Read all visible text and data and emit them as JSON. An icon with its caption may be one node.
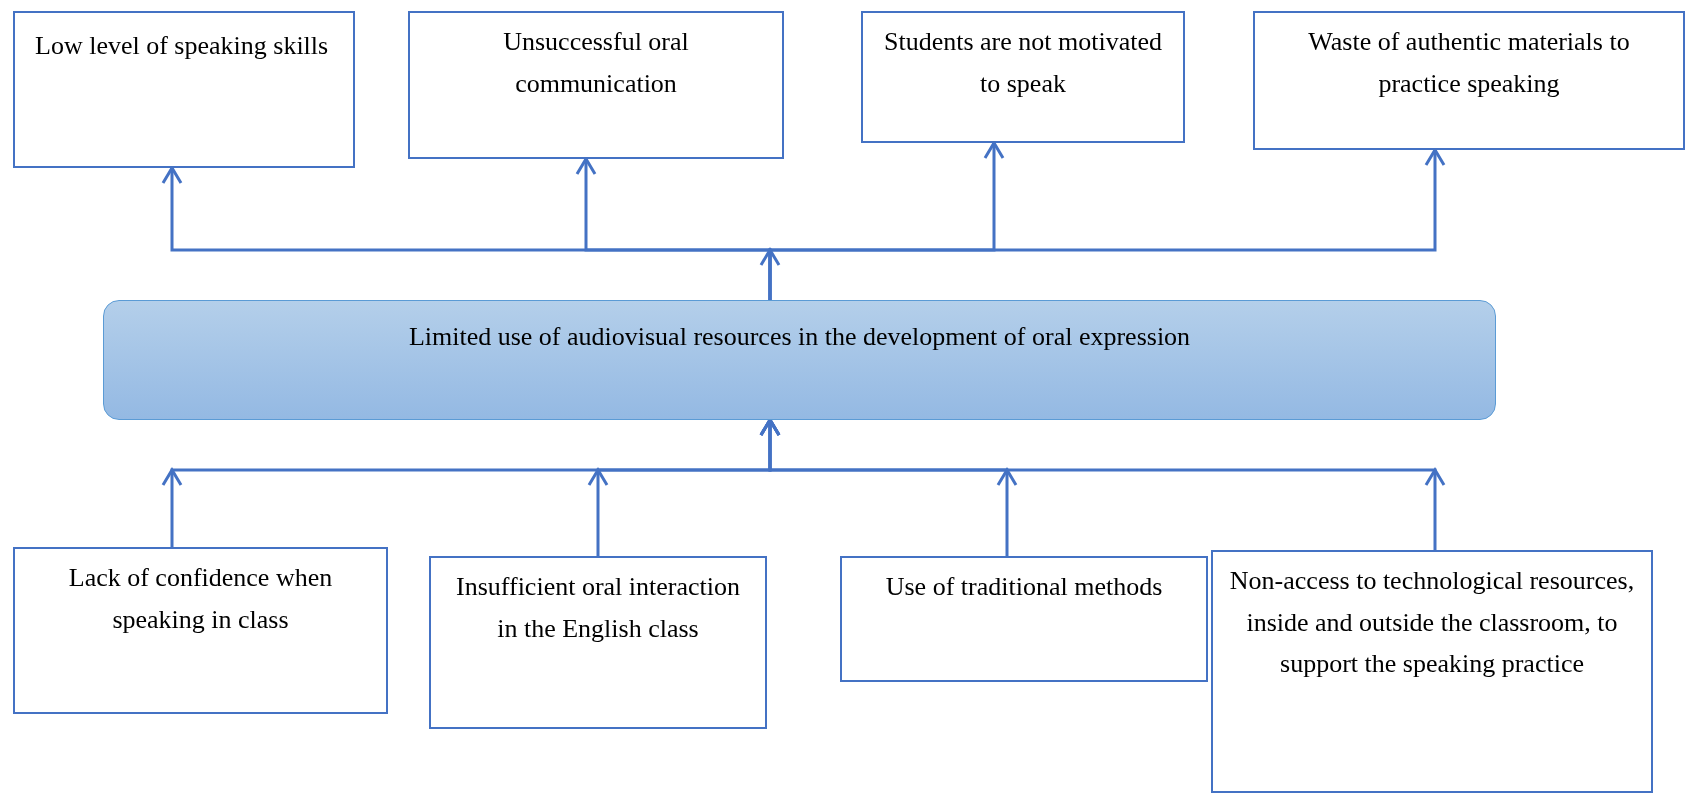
{
  "diagram": {
    "nodes": [
      {
        "text": [
          "Low level of speaking skills"
        ]
      },
      {
        "text": [
          "Unsuccessful oral communication"
        ]
      },
      {
        "text": [
          "Students are not motivated to speak"
        ]
      },
      {
        "text": [
          "Waste of authentic materials to practice speaking"
        ]
      },
      {
        "text": [
          "Limited use of audiovisual resources in the development of oral expression"
        ]
      },
      {
        "text": [
          "Lack of confidence when speaking in class"
        ]
      },
      {
        "text": [
          "Insufficient oral interaction in the English class"
        ]
      },
      {
        "text": [
          "Use of traditional methods"
        ]
      },
      {
        "text": [
          "Non-access to technological resources, inside and outside the classroom, to support the speaking practice"
        ]
      }
    ],
    "edges": [
      {
        "from": 4,
        "to": 0,
        "arrow": "to"
      },
      {
        "from": 4,
        "to": 1,
        "arrow": "to"
      },
      {
        "from": 4,
        "to": 2,
        "arrow": "to"
      },
      {
        "from": 4,
        "to": 3,
        "arrow": "to"
      },
      {
        "from": 5,
        "to": 4,
        "arrow": "to"
      },
      {
        "from": 6,
        "to": 4,
        "arrow": "to"
      },
      {
        "from": 7,
        "to": 4,
        "arrow": "to"
      },
      {
        "from": 8,
        "to": 4,
        "arrow": "to"
      }
    ]
  }
}
